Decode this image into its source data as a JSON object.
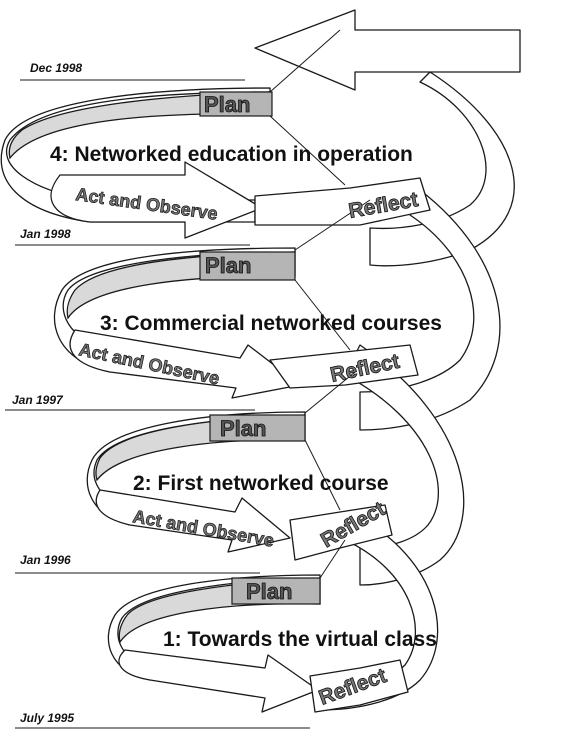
{
  "cycles": [
    {
      "title": "4: Networked education in operation",
      "plan": "Plan",
      "act": "Act and Observe",
      "reflect": "Reflect"
    },
    {
      "title": "3: Commercial networked courses",
      "plan": "Plan",
      "act": "Act and Observe",
      "reflect": "Reflect"
    },
    {
      "title": "2: First networked course",
      "plan": "Plan",
      "act": "Act and Observe",
      "reflect": "Reflect"
    },
    {
      "title": "1: Towards the virtual class",
      "plan": "Plan",
      "reflect": "Reflect"
    }
  ],
  "dates": [
    "Dec 1998",
    "Jan 1998",
    "Jan 1997",
    "Jan 1996",
    "July 1995"
  ],
  "colors": {
    "plan_fill": "#b5b5b5",
    "inner_band": "#d9d9d9",
    "stroke": "#1a1a1a"
  }
}
